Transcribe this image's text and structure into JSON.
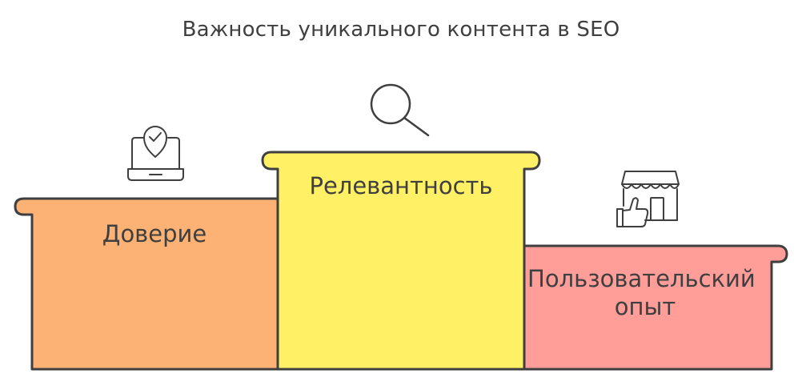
{
  "title": "Важность уникального контента в SEO",
  "steps": [
    {
      "label": "Доверие",
      "icon": "laptop-shield-check-icon",
      "color": "#fbb274"
    },
    {
      "label": "Релевантность",
      "icon": "magnifier-search-icon",
      "color": "#fff066"
    },
    {
      "label_lines": [
        "Пользовательский",
        "опыт"
      ],
      "icon": "storefront-thumbs-up-icon",
      "color": "#ff9d99"
    }
  ],
  "colors": {
    "stroke": "#3f3f3f",
    "text": "#3f3f3f"
  }
}
